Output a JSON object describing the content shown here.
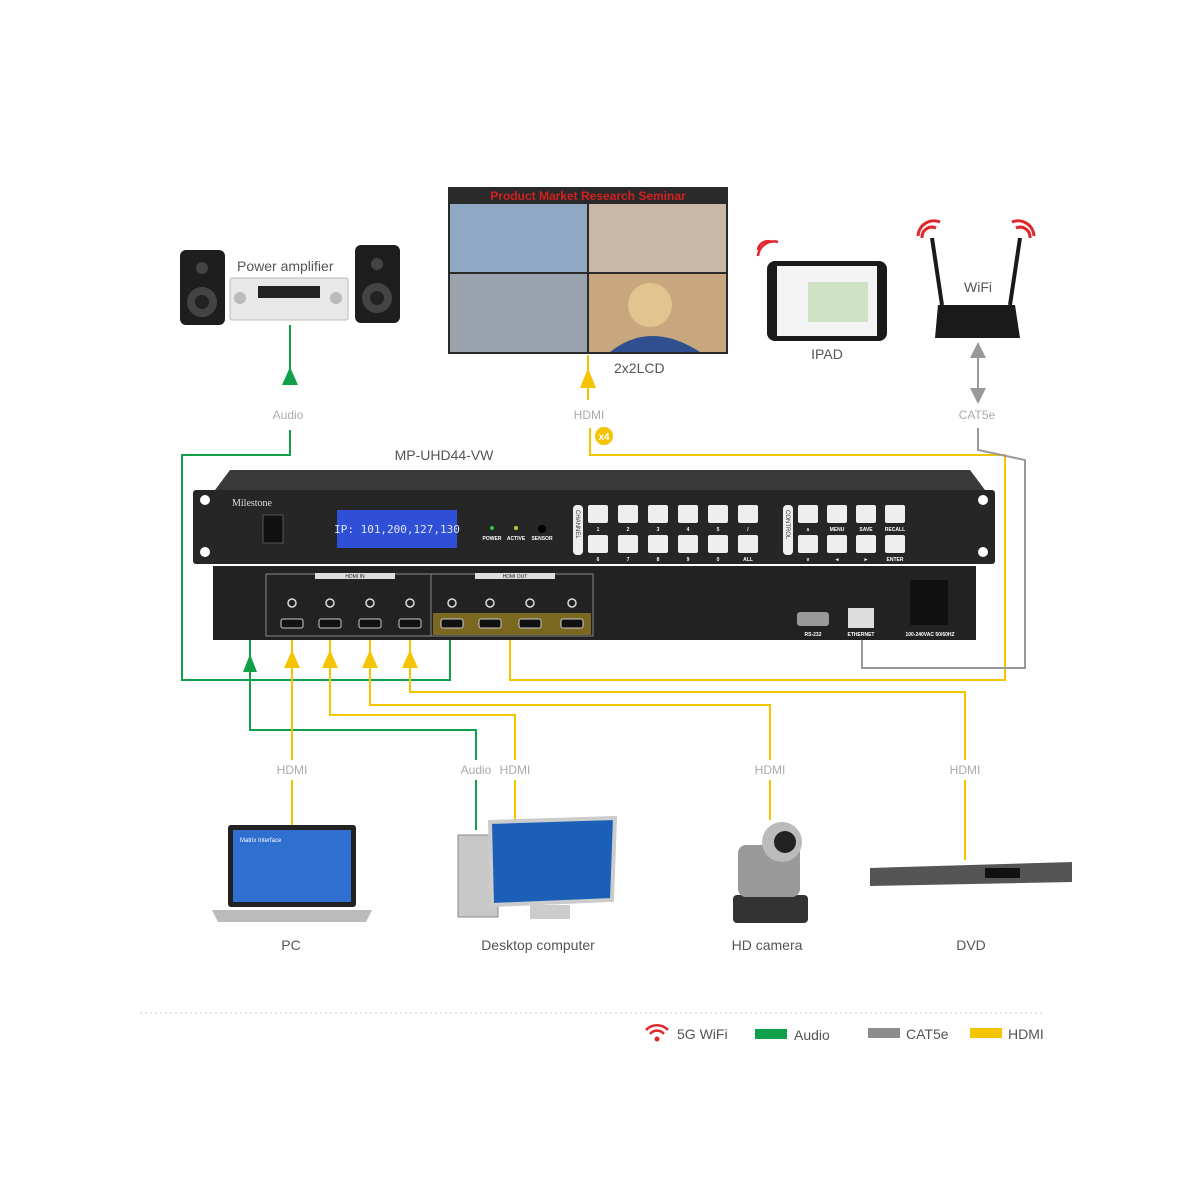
{
  "device": {
    "model": "MP-UHD44-VW",
    "brand": "Milestone",
    "lcd_text": "IP: 101,200,127,130",
    "leds": [
      "POWER",
      "ACTIVE",
      "SENSOR"
    ],
    "channel_label": "CHANNEL",
    "control_label": "CONTROL",
    "channel_buttons": [
      "1",
      "2",
      "3",
      "4",
      "5",
      "/",
      "6",
      "7",
      "8",
      "9",
      "0",
      "ALL"
    ],
    "control_buttons": [
      "∧",
      "MENU",
      "SAVE",
      "RECALL",
      "∨",
      "◄",
      "►",
      "ENTER"
    ],
    "rear": {
      "hdmi_in": "HDMI IN",
      "hdmi_out": "HDMI OUT",
      "rs232": "RS-232",
      "ethernet": "ETHERNET",
      "power": "100-240VAC 50/60HZ"
    }
  },
  "nodes": {
    "amplifier": "Power amplifier",
    "lcd": "2x2LCD",
    "lcd_title": "Product Market Research Seminar",
    "ipad": "IPAD",
    "wifi": "WiFi",
    "pc": "PC",
    "desktop": "Desktop computer",
    "camera": "HD camera",
    "dvd": "DVD",
    "pc_screen_title": "Matrix Interface"
  },
  "connections": {
    "audio_top": "Audio",
    "hdmi_top": "HDMI",
    "hdmi_count": "x4",
    "cat5e_top": "CAT5e",
    "pc_hdmi": "HDMI",
    "desktop_audio": "Audio",
    "desktop_hdmi": "HDMI",
    "camera_hdmi": "HDMI",
    "dvd_hdmi": "HDMI"
  },
  "legend": [
    {
      "label": "5G WiFi",
      "color": "#e0262b"
    },
    {
      "label": "Audio",
      "color": "#10a04a"
    },
    {
      "label": "CAT5e",
      "color": "#8c8c8c"
    },
    {
      "label": "HDMI",
      "color": "#f5c400"
    }
  ]
}
